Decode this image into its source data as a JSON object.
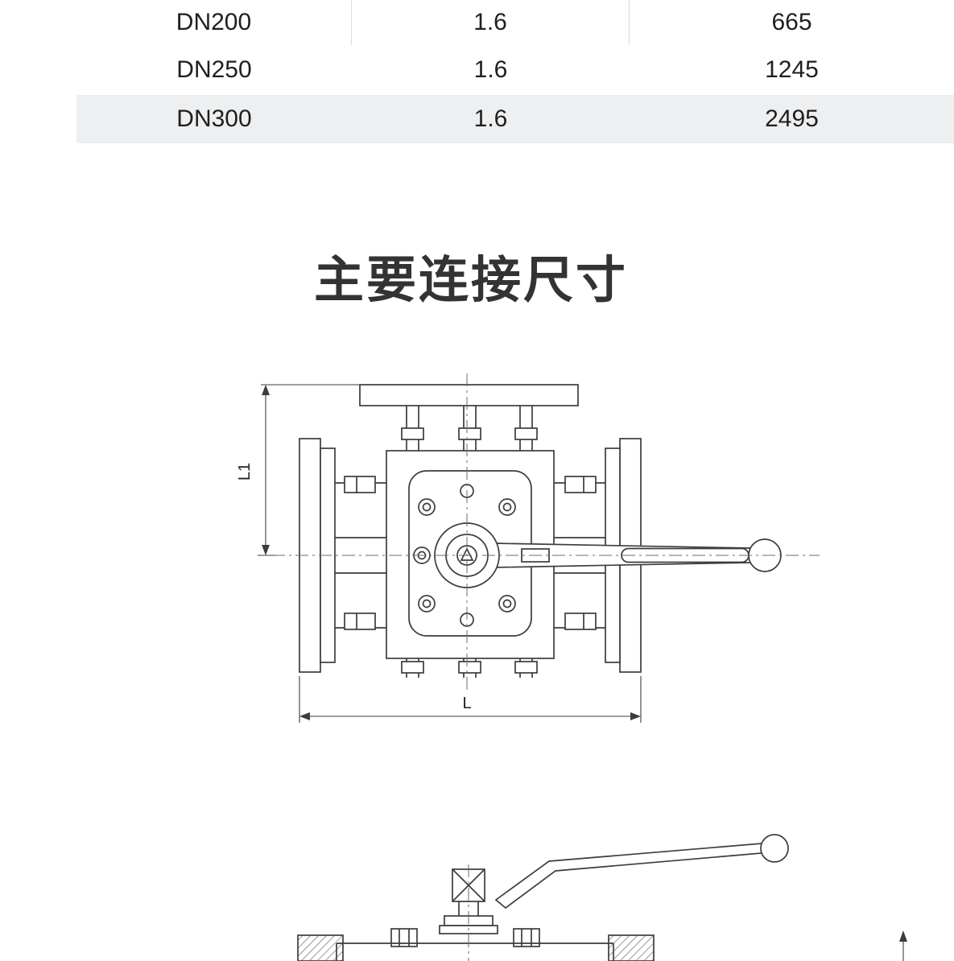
{
  "table": {
    "rows": [
      {
        "size": "DN200",
        "pressure": "1.6",
        "value": "665"
      },
      {
        "size": "DN250",
        "pressure": "1.6",
        "value": "1245"
      },
      {
        "size": "DN300",
        "pressure": "1.6",
        "value": "2495"
      }
    ]
  },
  "section": {
    "title": "主要连接尺寸"
  },
  "drawings": {
    "top_view": {
      "dim_height_label": "L1",
      "dim_length_label": "L"
    }
  },
  "colors": {
    "stripe_row_bg": "#edeff1",
    "line_color": "#3c3c3c",
    "divider_color": "#d9dcde",
    "title_color": "#333333"
  }
}
